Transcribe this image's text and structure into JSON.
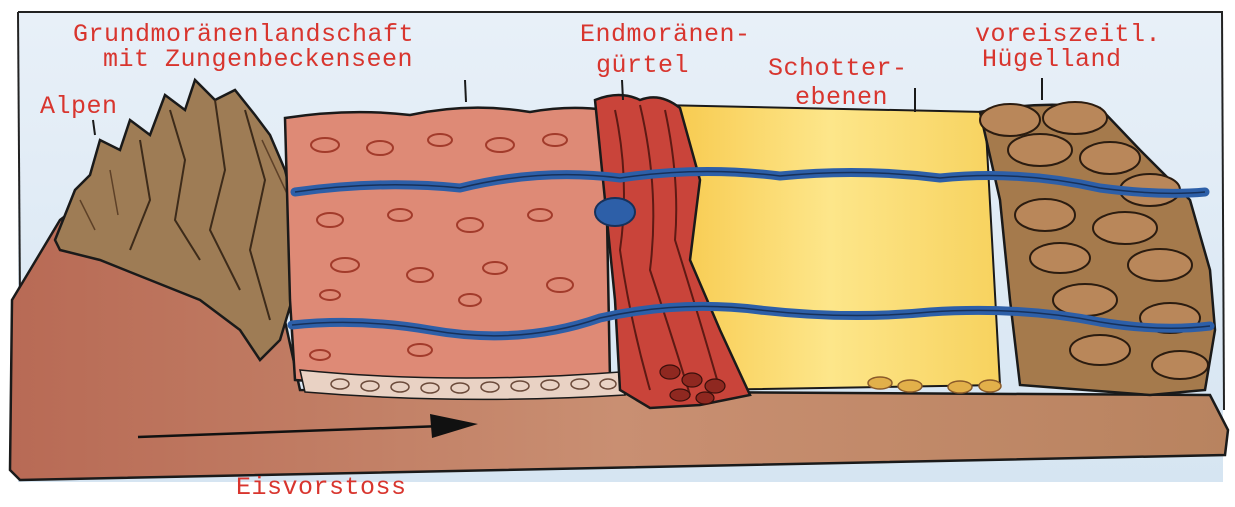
{
  "labels": {
    "alpen": "Alpen",
    "grundmoraene_line1": "Grundmoränenlandschaft",
    "grundmoraene_line2": "mit Zungenbeckenseen",
    "endmoraene_line1": "Endmoränen-",
    "endmoraene_line2": "gürtel",
    "schotter_line1": "Schotter-",
    "schotter_line2": "ebenen",
    "huegelland_line1": "voreiszeitl.",
    "huegelland_line2": "Hügelland",
    "eisvorstoss": "Eisvorstoss"
  },
  "colors": {
    "label_text": "#d8352e",
    "sky": "#dde9f5",
    "ground": "#c48a6a",
    "grundmoraene": "#de8a76",
    "endmoraene": "#c9443a",
    "schotter": "#fbe27a",
    "huegelland": "#a57a4c",
    "alpen": "#9e7c55",
    "water": "#2d5fa8",
    "outline": "#1a1a1a"
  }
}
